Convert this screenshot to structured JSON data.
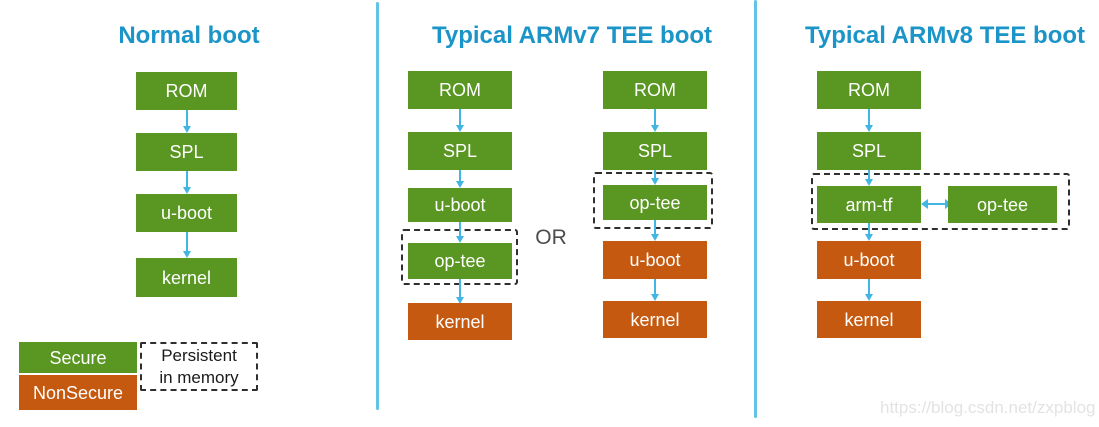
{
  "colors": {
    "secure": "#5a9622",
    "nonsecure": "#c5590f",
    "heading": "#1b94c8",
    "arrow": "#41b6e4",
    "divider": "#62c3e6",
    "or_text": "#4d4d4d",
    "dashed_border": "#2f2f2f",
    "watermark": "#e3e3e3"
  },
  "columns": [
    {
      "title": "Normal boot",
      "flow": {
        "rom": {
          "label": "ROM",
          "security": "secure"
        },
        "spl": {
          "label": "SPL",
          "security": "secure"
        },
        "uboot": {
          "label": "u-boot",
          "security": "secure"
        },
        "kernel": {
          "label": "kernel",
          "security": "secure"
        }
      }
    },
    {
      "title": "Typical ARMv7 TEE boot",
      "or_label": "OR",
      "flow_a": {
        "rom": {
          "label": "ROM",
          "security": "secure"
        },
        "spl": {
          "label": "SPL",
          "security": "secure"
        },
        "uboot": {
          "label": "u-boot",
          "security": "secure"
        },
        "optee": {
          "label": "op-tee",
          "security": "secure",
          "persistent": true
        },
        "kernel": {
          "label": "kernel",
          "security": "nonsecure"
        }
      },
      "flow_b": {
        "rom": {
          "label": "ROM",
          "security": "secure"
        },
        "spl": {
          "label": "SPL",
          "security": "secure"
        },
        "optee": {
          "label": "op-tee",
          "security": "secure",
          "persistent": true
        },
        "uboot": {
          "label": "u-boot",
          "security": "nonsecure"
        },
        "kernel": {
          "label": "kernel",
          "security": "nonsecure"
        }
      }
    },
    {
      "title": "Typical ARMv8 TEE boot",
      "flow": {
        "rom": {
          "label": "ROM",
          "security": "secure"
        },
        "spl": {
          "label": "SPL",
          "security": "secure"
        },
        "armtf": {
          "label": "arm-tf",
          "security": "secure",
          "persistent": true
        },
        "optee": {
          "label": "op-tee",
          "security": "secure",
          "persistent": true
        },
        "uboot": {
          "label": "u-boot",
          "security": "nonsecure"
        },
        "kernel": {
          "label": "kernel",
          "security": "nonsecure"
        }
      }
    }
  ],
  "legend": {
    "secure": {
      "label": "Secure",
      "security": "secure"
    },
    "nonsecure": {
      "label": "NonSecure",
      "security": "nonsecure"
    },
    "persistent_line1": "Persistent",
    "persistent_line2": "in memory"
  },
  "watermark": {
    "text": "https://blog.csdn.net/zxpblog"
  }
}
